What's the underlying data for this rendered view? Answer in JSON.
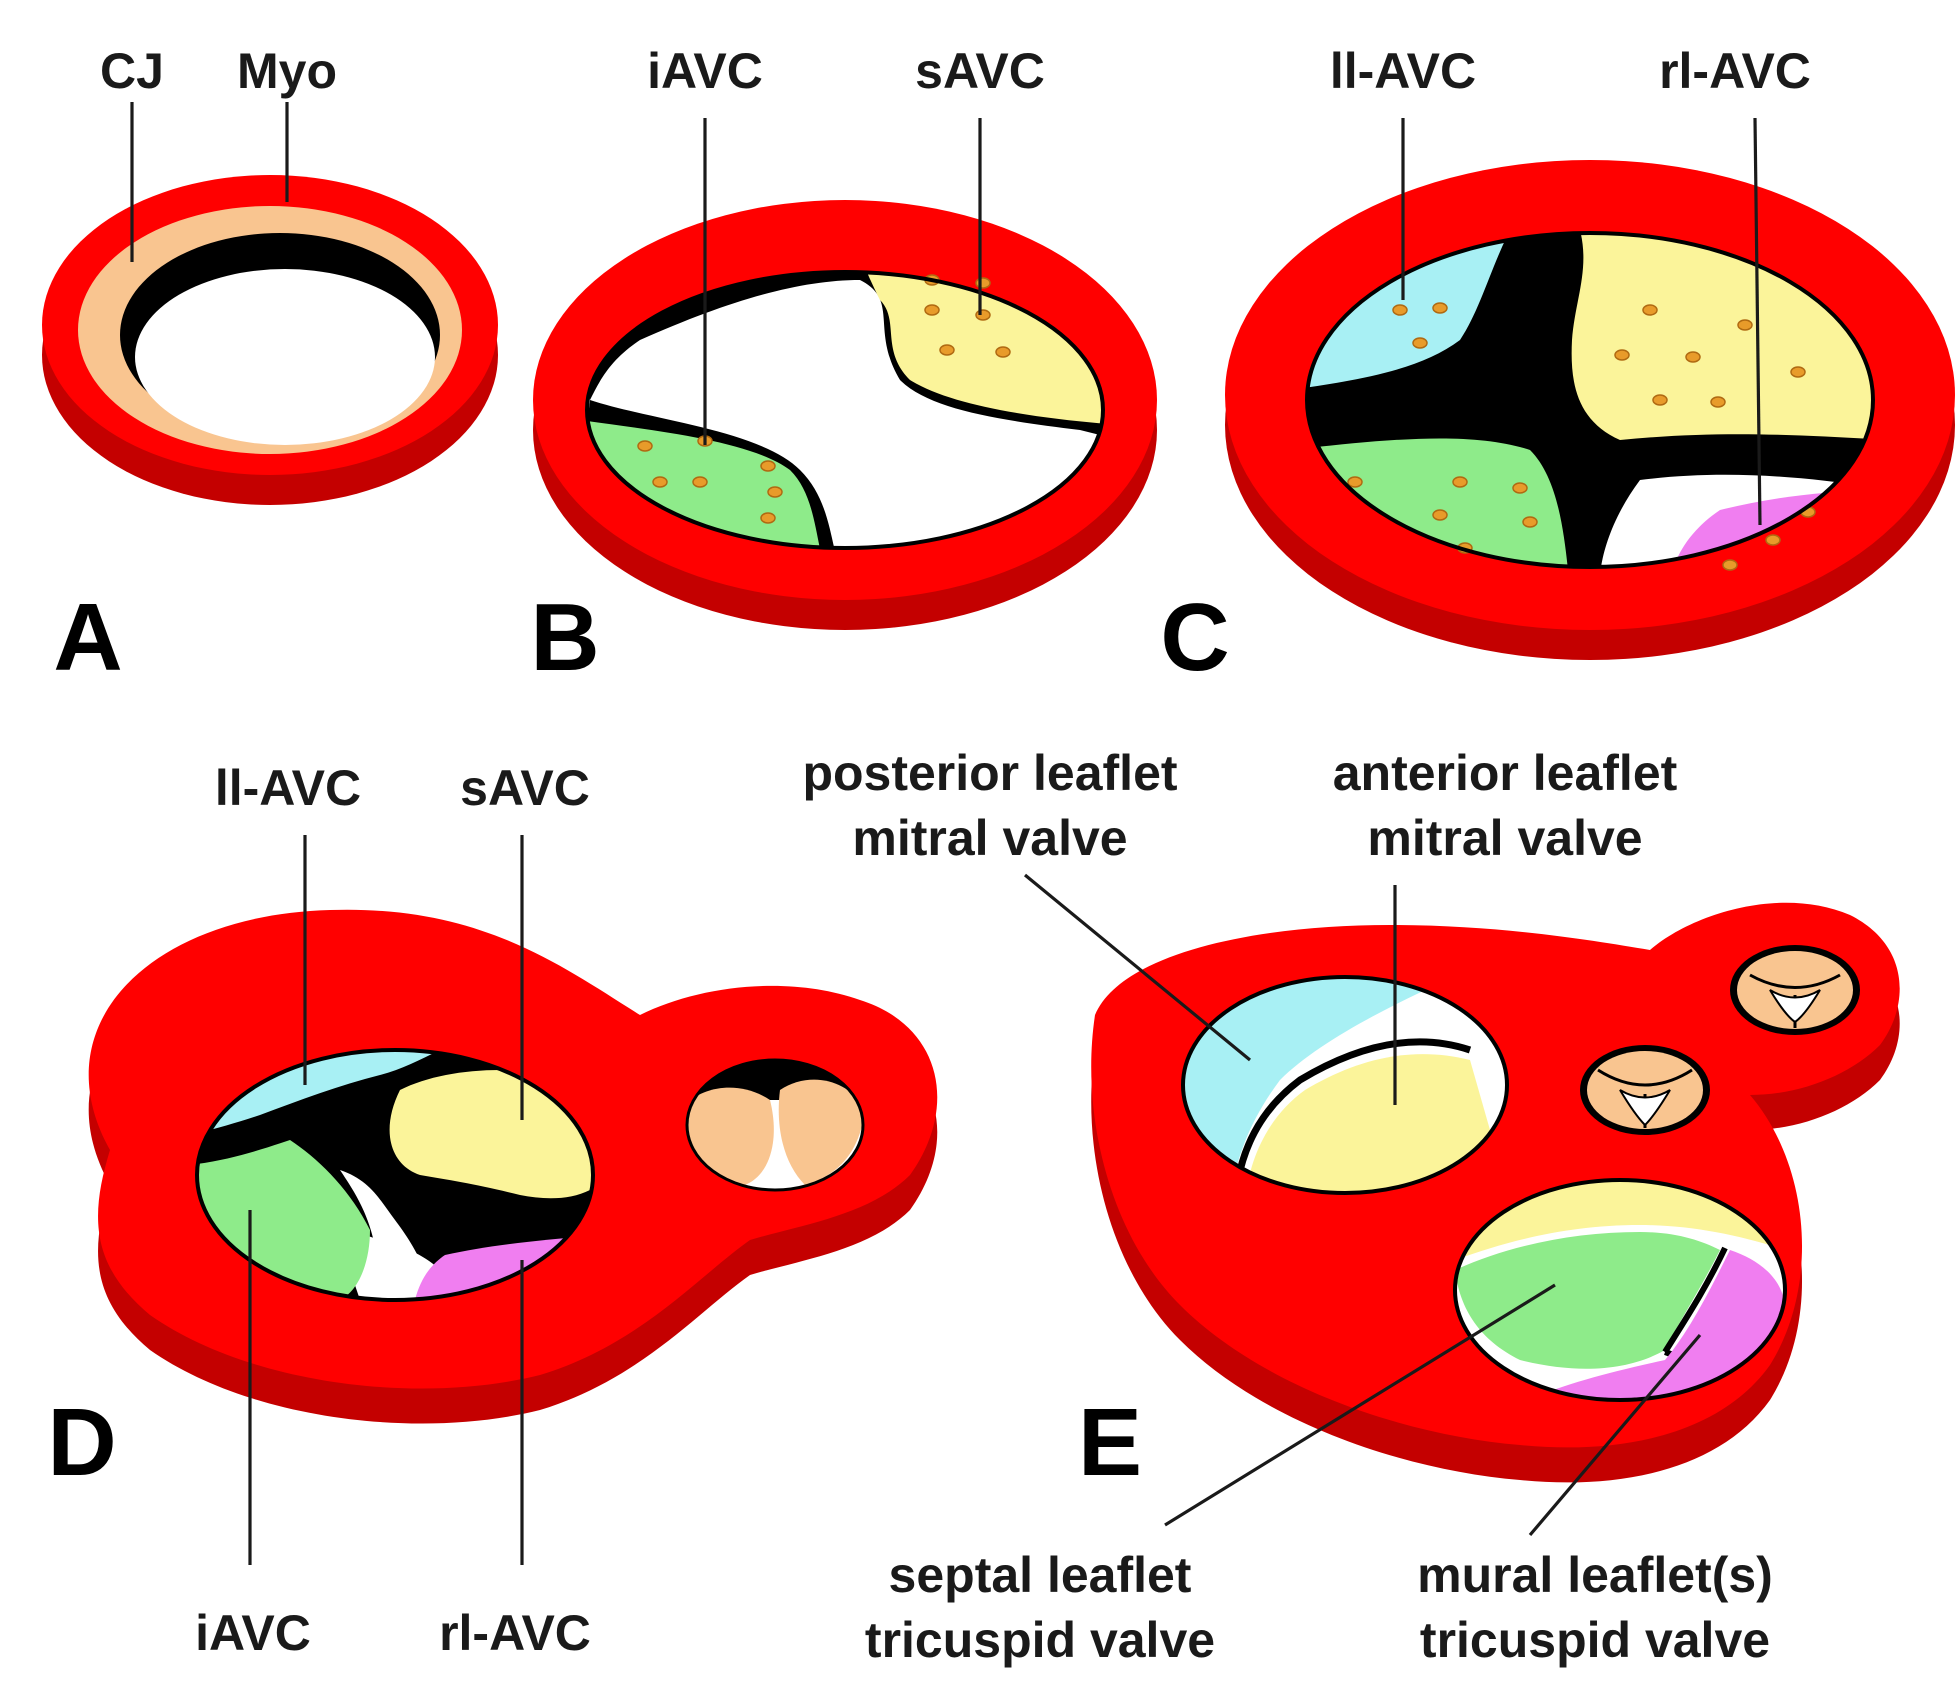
{
  "colors": {
    "myocardium": "#ff0000",
    "myocardium_side": "#c80000",
    "cardiac_jelly": "#f9c590",
    "cushion_outline": "#000000",
    "lumen": "#ffffff",
    "ll_avc": "#a8f0f4",
    "s_avc": "#fbf49a",
    "i_avc": "#8eeb8a",
    "rl_avc": "#f07ef0",
    "mesenchyme_dots": "#e89b2a"
  },
  "panels": {
    "a": {
      "letter": "A",
      "label_cj": "CJ",
      "label_myo": "Myo"
    },
    "b": {
      "letter": "B",
      "label_iavc": "iAVC",
      "label_savc": "sAVC"
    },
    "c": {
      "letter": "C",
      "label_llavc": "ll-AVC",
      "label_rlavc": "rl-AVC"
    },
    "d": {
      "letter": "D",
      "label_llavc": "ll-AVC",
      "label_savc": "sAVC",
      "label_iavc": "iAVC",
      "label_rlavc": "rl-AVC"
    },
    "e": {
      "letter": "E",
      "posterior": [
        "posterior leaflet",
        "mitral valve"
      ],
      "anterior": [
        "anterior leaflet",
        "mitral valve"
      ],
      "septal": [
        "septal leaflet",
        "tricuspid valve"
      ],
      "mural": [
        "mural leaflet(s)",
        "tricuspid valve"
      ]
    }
  }
}
